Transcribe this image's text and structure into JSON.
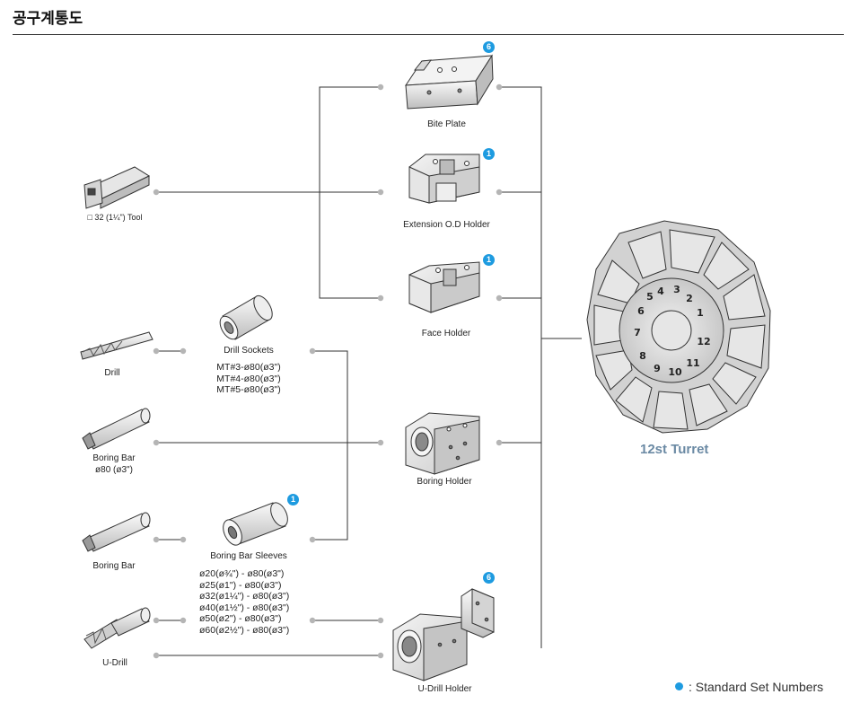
{
  "page": {
    "title": "공구계통도"
  },
  "turret": {
    "label": "12st Turret"
  },
  "legend": {
    "text": ": Standard Set Numbers",
    "color": "#1e9be0"
  },
  "holders": {
    "bite_plate": {
      "label": "Bite Plate",
      "set_number": "6"
    },
    "extension_od": {
      "label": "Extension O.D Holder",
      "set_number": "1"
    },
    "face": {
      "label": "Face Holder",
      "set_number": "1"
    },
    "boring": {
      "label": "Boring Holder"
    },
    "u_drill": {
      "label": "U-Drill Holder",
      "set_number": "6"
    }
  },
  "tools": {
    "od_tool": {
      "label": "□ 32 (1¼\") Tool"
    },
    "drill": {
      "label": "Drill"
    },
    "boring_bar_1": {
      "label": "Boring Bar",
      "spec": "ø80 (ø3\")"
    },
    "boring_bar_2": {
      "label": "Boring Bar"
    },
    "u_drill": {
      "label": "U-Drill"
    }
  },
  "drill_sockets": {
    "label": "Drill Sockets",
    "specs": [
      "MT#3-ø80(ø3\")",
      "MT#4-ø80(ø3\")",
      "MT#5-ø80(ø3\")"
    ]
  },
  "boring_sleeves": {
    "label": "Boring Bar Sleeves",
    "set_number": "1",
    "specs": [
      "ø20(ø¾\")   - ø80(ø3\")",
      "ø25(ø1\")    - ø80(ø3\")",
      "ø32(ø1¼\") - ø80(ø3\")",
      "ø40(ø1½\") - ø80(ø3\")",
      "ø50(ø2\")   - ø80(ø3\")",
      "ø60(ø2½\") - ø80(ø3\")"
    ]
  }
}
